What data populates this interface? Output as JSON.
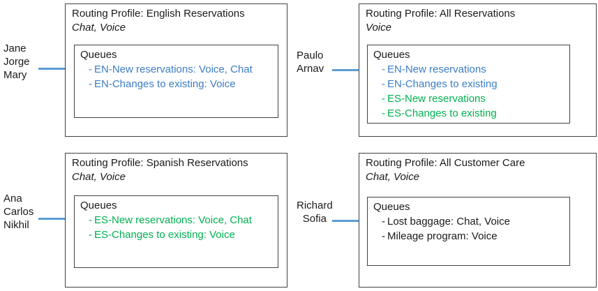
{
  "colors": {
    "queue_blue": "#3c7dc4",
    "queue_green": "#00b050",
    "queue_black": "#1a1a1a",
    "connector": "#5b9bd5",
    "border": "#404040"
  },
  "labels": {
    "queues_heading": "Queues",
    "bullet_dash": "-"
  },
  "groups": [
    {
      "id": "english-reservations",
      "agents": [
        "Jane",
        "Jorge",
        "Mary"
      ],
      "agents_align": "left",
      "profile_title": "Routing Profile: English Reservations",
      "channels": "Chat, Voice",
      "queues_heading": "Queues",
      "queues": [
        {
          "text": "EN-New reservations: Voice, Chat",
          "color": "blue"
        },
        {
          "text": "EN-Changes to existing: Voice",
          "color": "blue"
        }
      ]
    },
    {
      "id": "all-reservations",
      "agents": [
        "Paulo",
        "Arnav"
      ],
      "agents_align": "left",
      "profile_title": "Routing Profile: All Reservations",
      "channels": "Voice",
      "queues_heading": "Queues",
      "queues": [
        {
          "text": "EN-New reservations",
          "color": "blue"
        },
        {
          "text": "EN-Changes to existing",
          "color": "blue"
        },
        {
          "text": "ES-New reservations",
          "color": "green"
        },
        {
          "text": "ES-Changes to existing",
          "color": "green"
        }
      ]
    },
    {
      "id": "spanish-reservations",
      "agents": [
        "Ana",
        "Carlos",
        "Nikhil"
      ],
      "agents_align": "left",
      "profile_title": "Routing Profile: Spanish Reservations",
      "channels": "Chat, Voice",
      "queues_heading": "Queues",
      "queues": [
        {
          "text": "ES-New reservations: Voice, Chat",
          "color": "green"
        },
        {
          "text": "ES-Changes to existing: Voice",
          "color": "green"
        }
      ]
    },
    {
      "id": "all-customer-care",
      "agents": [
        "Richard",
        "Sofia"
      ],
      "agents_align": "center",
      "profile_title": "Routing Profile: All Customer Care",
      "channels": "Chat, Voice",
      "queues_heading": "Queues",
      "queues": [
        {
          "text": "Lost baggage: Chat, Voice",
          "color": "black"
        },
        {
          "text": "Mileage program: Voice",
          "color": "black"
        }
      ]
    }
  ]
}
